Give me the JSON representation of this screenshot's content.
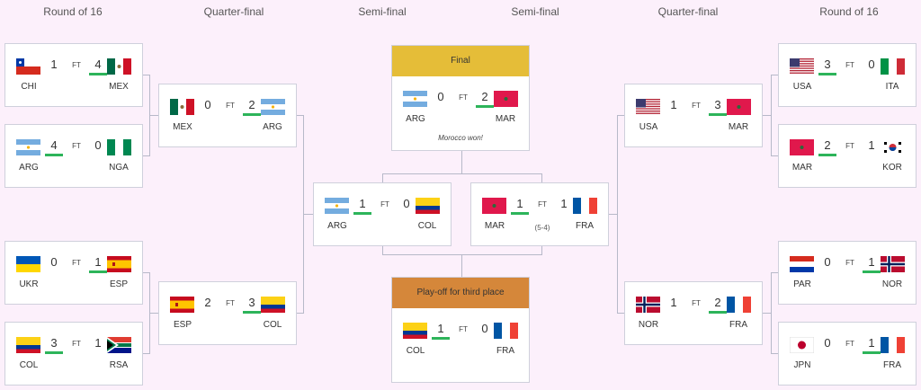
{
  "headers": [
    "Round of 16",
    "Quarter-final",
    "Semi-final",
    "Semi-final",
    "Quarter-final",
    "Round of 16"
  ],
  "matches": {
    "r16_l1": {
      "home": "CHI",
      "hs": "1",
      "away": "MEX",
      "as": "4",
      "winner": "away",
      "status": "FT"
    },
    "r16_l2": {
      "home": "ARG",
      "hs": "4",
      "away": "NGA",
      "as": "0",
      "winner": "home",
      "status": "FT"
    },
    "r16_l3": {
      "home": "UKR",
      "hs": "0",
      "away": "ESP",
      "as": "1",
      "winner": "away",
      "status": "FT"
    },
    "r16_l4": {
      "home": "COL",
      "hs": "3",
      "away": "RSA",
      "as": "1",
      "winner": "home",
      "status": "FT"
    },
    "qf_l1": {
      "home": "MEX",
      "hs": "0",
      "away": "ARG",
      "as": "2",
      "winner": "away",
      "status": "FT"
    },
    "qf_l2": {
      "home": "ESP",
      "hs": "2",
      "away": "COL",
      "as": "3",
      "winner": "away",
      "status": "FT"
    },
    "sf_l": {
      "home": "ARG",
      "hs": "1",
      "away": "COL",
      "as": "0",
      "winner": "home",
      "status": "FT"
    },
    "sf_r": {
      "home": "MAR",
      "hs": "1",
      "away": "FRA",
      "as": "1",
      "winner": "home",
      "status": "FT",
      "penalties": "(5-4)"
    },
    "final": {
      "title": "Final",
      "home": "ARG",
      "hs": "0",
      "away": "MAR",
      "as": "2",
      "winner": "away",
      "status": "FT",
      "note": "Morocco won!"
    },
    "third": {
      "title": "Play-off for third place",
      "home": "COL",
      "hs": "1",
      "away": "FRA",
      "as": "0",
      "winner": "home",
      "status": "FT"
    },
    "qf_r1": {
      "home": "USA",
      "hs": "1",
      "away": "MAR",
      "as": "3",
      "winner": "away",
      "status": "FT"
    },
    "qf_r2": {
      "home": "NOR",
      "hs": "1",
      "away": "FRA",
      "as": "2",
      "winner": "away",
      "status": "FT"
    },
    "r16_r1": {
      "home": "USA",
      "hs": "3",
      "away": "ITA",
      "as": "0",
      "winner": "home",
      "status": "FT"
    },
    "r16_r2": {
      "home": "MAR",
      "hs": "2",
      "away": "KOR",
      "as": "1",
      "winner": "home",
      "status": "FT"
    },
    "r16_r3": {
      "home": "PAR",
      "hs": "0",
      "away": "NOR",
      "as": "1",
      "winner": "away",
      "status": "FT"
    },
    "r16_r4": {
      "home": "JPN",
      "hs": "0",
      "away": "FRA",
      "as": "1",
      "winner": "away",
      "status": "FT"
    }
  },
  "colors": {
    "final_header": "#e5bd38",
    "third_header": "#d5873a",
    "win_bar": "#2db45a"
  }
}
